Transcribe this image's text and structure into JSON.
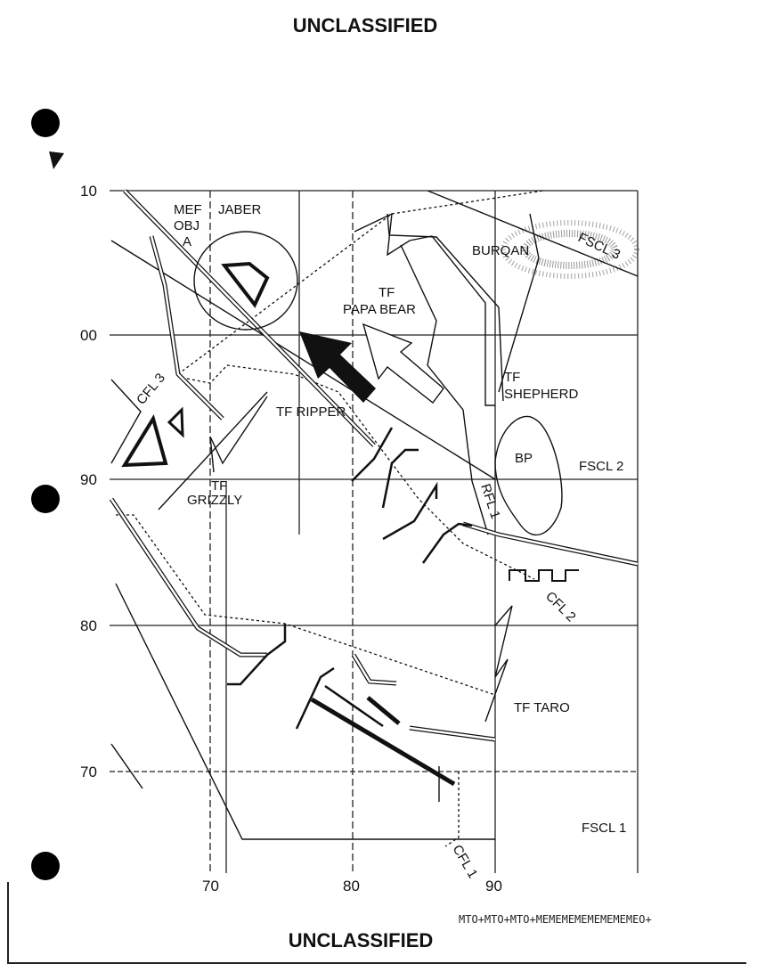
{
  "header": {
    "classification": "UNCLASSIFIED"
  },
  "footer": {
    "classification": "UNCLASSIFIED",
    "code": "MTO+MTO+MTO+MEMEMEMEMEMEMEMEO+"
  },
  "map": {
    "y_axis_labels": [
      "10",
      "00",
      "90",
      "80",
      "70"
    ],
    "x_axis_labels": [
      "70",
      "80",
      "90"
    ],
    "labels": {
      "mef_obj": [
        "MEF",
        "OBJ",
        "A"
      ],
      "jaber": "JABER",
      "burqan": "BURQAN",
      "fscl3": "FSCL 3",
      "tf_papa_bear": [
        "TF",
        "PAPA BEAR"
      ],
      "tf_shepherd": [
        "TF",
        "SHEPHERD"
      ],
      "tf_ripper": "TF RIPPER",
      "cfl3": "CFL 3",
      "bp": "BP",
      "fscl2": "FSCL 2",
      "tf_grizzly": [
        "TF",
        "GRIZZLY"
      ],
      "rfl1": "RFL 1",
      "cfl2": "CFL 2",
      "tf_taro": "TF TARO",
      "fscl1": "FSCL 1",
      "cfl1": "CFL 1"
    }
  }
}
